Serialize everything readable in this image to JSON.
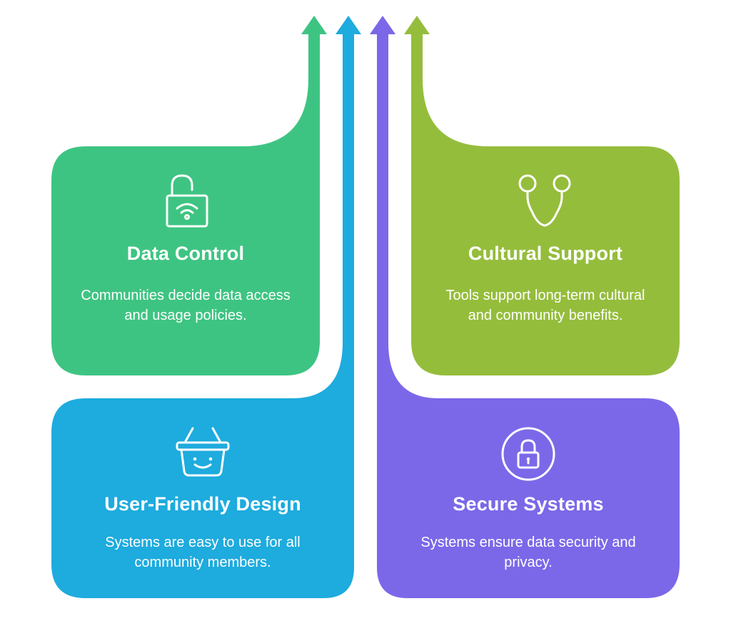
{
  "colors": {
    "green": "#3ec482",
    "blue": "#1eabde",
    "purple": "#7b68e8",
    "olive": "#95bd3c",
    "text": "#ffffff"
  },
  "panels": {
    "data_control": {
      "title": "Data Control",
      "description": "Communities decide data access and usage policies.",
      "icon": "unlocked-wifi-lock-icon"
    },
    "cultural_support": {
      "title": "Cultural Support",
      "description": "Tools support long-term cultural and community benefits.",
      "icon": "connection-loop-icon"
    },
    "user_friendly_design": {
      "title": "User-Friendly Design",
      "description": "Systems are easy to use for all community members.",
      "icon": "smiling-basket-icon"
    },
    "secure_systems": {
      "title": "Secure Systems",
      "description": "Systems ensure data security and privacy.",
      "icon": "circle-padlock-icon"
    }
  }
}
